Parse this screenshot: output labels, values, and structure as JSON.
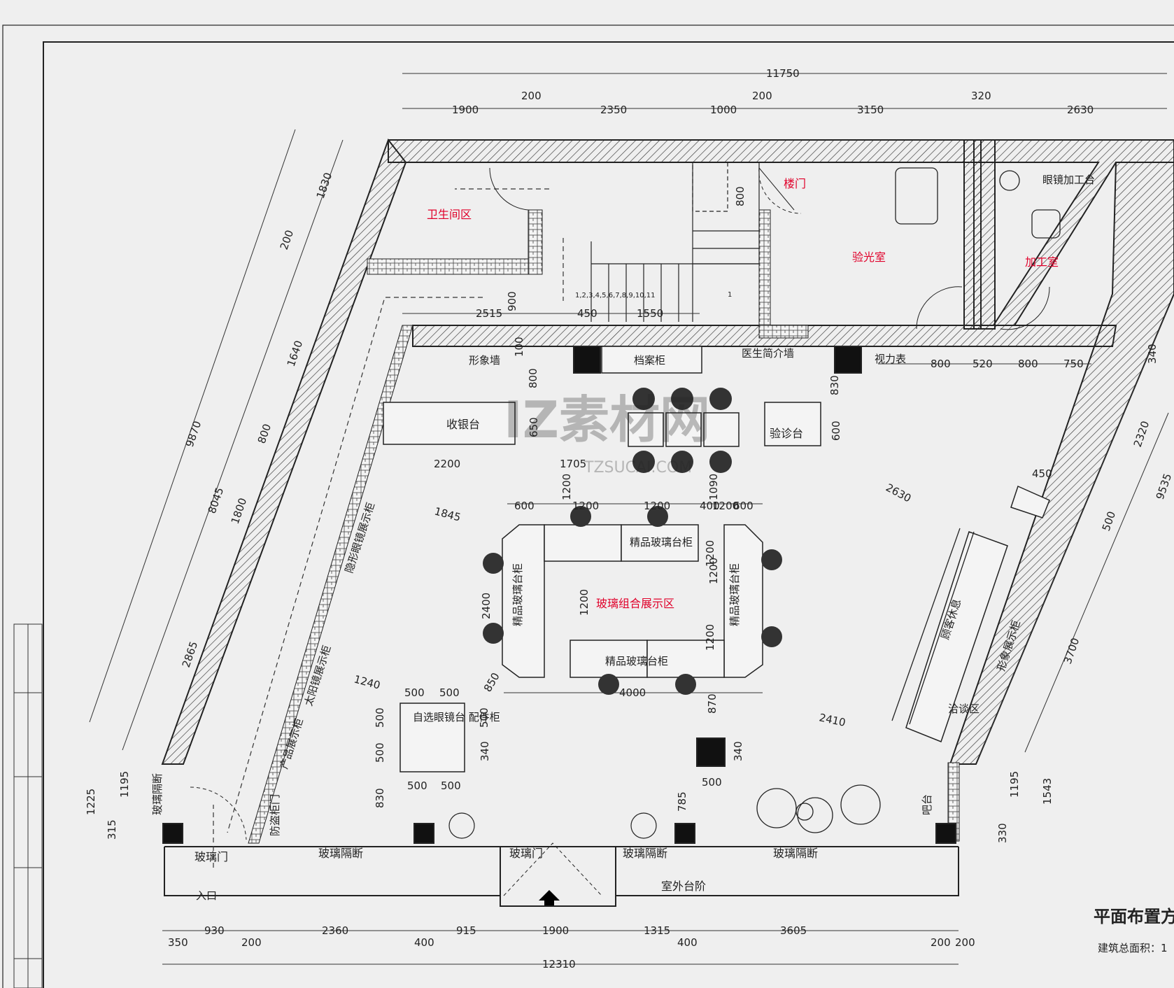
{
  "title_block": {
    "title": "平面布置方",
    "subtitle": "建筑总面积：1"
  },
  "watermark": {
    "logo_text": "IZ素材网",
    "url_text": "TZSUCAI.COM"
  },
  "rooms": {
    "toilet": "卫生间区",
    "lab": "验光室",
    "processing": "加工室",
    "stair": "楼门",
    "main_area": "玻璃组合展示区",
    "outdoor_step": "室外台阶"
  },
  "furniture": {
    "cashier": "收银台",
    "consult": "验诊台",
    "image_wall": "形象墙",
    "file_cabinet": "档案柜",
    "doctor_wall": "医生简介墙",
    "vision_chart": "视力表",
    "gift_left": "精品玻璃台柜",
    "gift_top": "精品玻璃台柜",
    "gift_bottom": "精品玻璃台柜",
    "gift_right": "精品玻璃台柜",
    "contact_lens": "隐形眼镜展示柜",
    "sunglass": "太阳镜展示柜",
    "self_service": "自选眼镜台\n配件柜",
    "rest_sofa": "顾客休息",
    "slant_wall": "形象展示柜",
    "slant_wall2": "产品展示柜",
    "door_left": "玻璃门",
    "door_main": "玻璃门",
    "part_1": "玻璃隔断",
    "part_2": "玻璃隔断",
    "part_3": "玻璃隔断",
    "entry_in": "入口",
    "processing_table": "眼镜加工台",
    "left_cabinet": "防盗柜门",
    "right_cabinet": "吧台",
    "left_label": "玻璃隔断",
    "right_label": "洽谈区"
  },
  "dimensions": {
    "top_total": "11750",
    "top_row": [
      "1900",
      "200",
      "2350",
      "1000",
      "200",
      "3150",
      "320",
      "2630"
    ],
    "bottom_total": "12310",
    "bottom_row": [
      "350",
      "930",
      "200",
      "2360",
      "400",
      "915",
      "1900",
      "1315",
      "400",
      "3605",
      "200",
      "200"
    ],
    "left_outer": [
      "9870",
      "1830",
      "200",
      "1640",
      "800",
      "8045",
      "1800",
      "2865",
      "1195",
      "1225",
      "315"
    ],
    "right_outer": [
      "340",
      "2320",
      "9535",
      "500",
      "3700",
      "1195",
      "1543",
      "330"
    ],
    "inner": [
      "2515",
      "900",
      "450",
      "1550",
      "800",
      "100",
      "800",
      "830",
      "650",
      "600",
      "2200",
      "1705",
      "1200",
      "1090",
      "1200",
      "600",
      "1200",
      "1200",
      "400",
      "600",
      "1845",
      "2400",
      "1200",
      "1200",
      "1200",
      "4000",
      "870",
      "850",
      "1240",
      "500",
      "500",
      "500",
      "500",
      "500",
      "340",
      "500",
      "500",
      "830",
      "340",
      "785",
      "500",
      "2630",
      "2410",
      "450",
      "800",
      "520",
      "800",
      "750",
      "1200",
      "1,2,3,4,5,6,7,8,9,10,11"
    ]
  },
  "scribbles": [
    "1",
    "2",
    "3",
    "4",
    "5",
    "6",
    "7",
    "8",
    "9",
    "10",
    "11"
  ]
}
